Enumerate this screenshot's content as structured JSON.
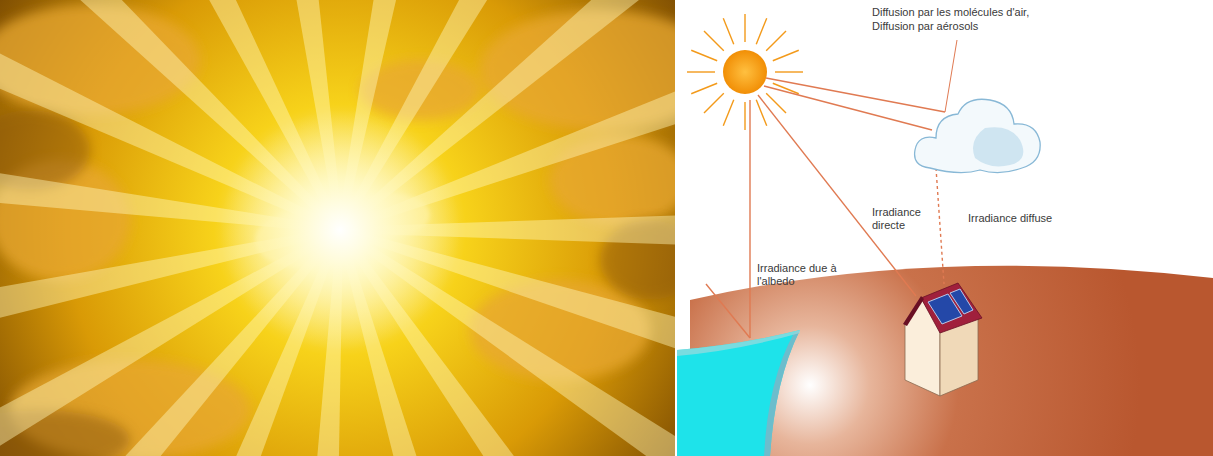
{
  "diagram": {
    "labels": [
      "Diffusion par les molécules d'air,",
      "Diffusion par aérosols",
      "Irradiance directe",
      "Irradiance diffuse",
      "Irradiance due à l'albedo"
    ]
  }
}
